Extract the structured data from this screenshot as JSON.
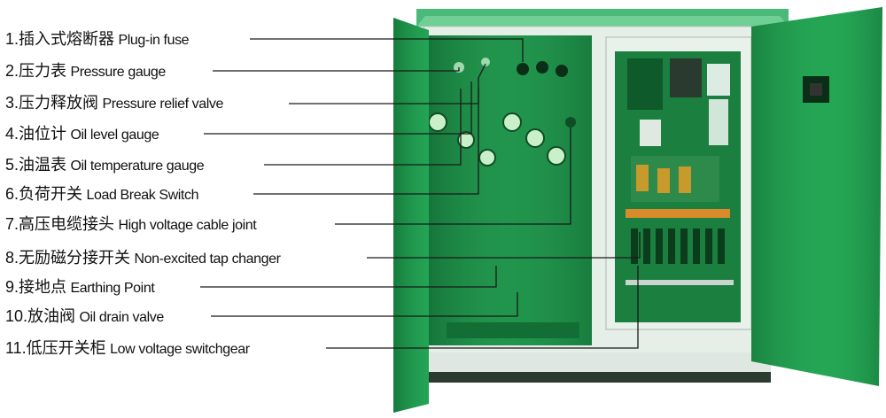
{
  "labels": [
    {
      "zh": "1.插入式熔断器",
      "en": "Plug-in fuse"
    },
    {
      "zh": "2.压力表",
      "en": "Pressure gauge"
    },
    {
      "zh": "3.压力释放阀",
      "en": "Pressure relief valve"
    },
    {
      "zh": "4.油位计",
      "en": "Oil level gauge"
    },
    {
      "zh": "5.油温表",
      "en": "Oil temperature gauge"
    },
    {
      "zh": "6.负荷开关",
      "en": "Load Break Switch"
    },
    {
      "zh": "7.高压电缆接头",
      "en": "High voltage cable joint"
    },
    {
      "zh": "8.无励磁分接开关",
      "en": "Non-excited tap changer"
    },
    {
      "zh": "9.接地点",
      "en": "Earthing Point"
    },
    {
      "zh": "10.放油阀",
      "en": "Oil drain valve"
    },
    {
      "zh": "11.低压开关柜",
      "en": "Low voltage switchgear"
    }
  ],
  "colors": {
    "cabinet": "#2fae63",
    "door": "#1fa04f",
    "panel_interior": "#1c8a45",
    "frame": "#e7efe9",
    "leader_line": "#1a1a1a",
    "label_text": "#111111"
  }
}
